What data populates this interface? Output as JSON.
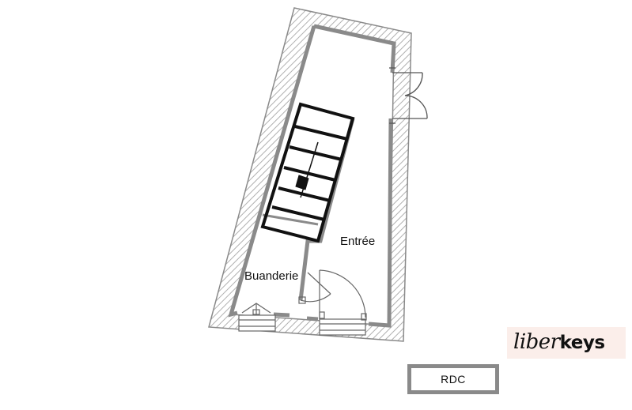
{
  "rooms": {
    "entree": "Entrée",
    "buanderie": "Buanderie"
  },
  "level_label": "RDC",
  "logo": {
    "text": "liberkeys"
  },
  "colors": {
    "wall_outline": "#8a8a8a",
    "hatch": "#b8b8b8",
    "stairs": "#111111",
    "logo_bg": "#fbeeea"
  }
}
